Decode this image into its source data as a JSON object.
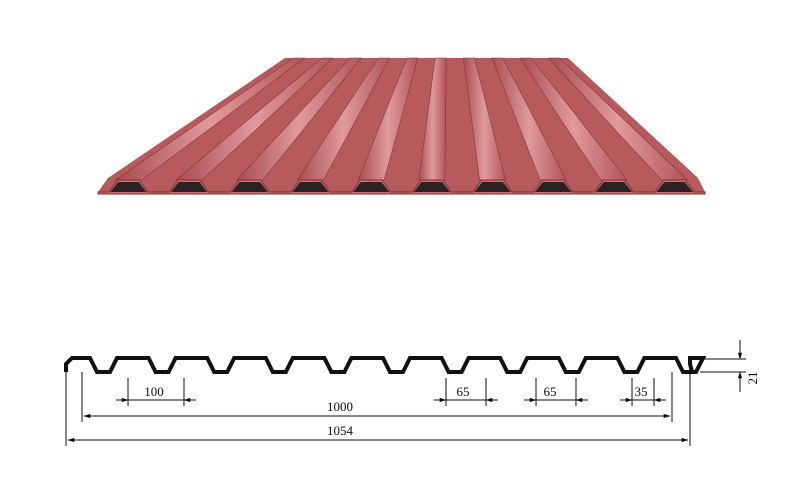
{
  "product_image": {
    "icon": "corrugated-metal-sheet-icon",
    "colors": {
      "sheet_base": "#b85a5e",
      "sheet_light": "#d88a8c",
      "sheet_dark": "#8a3438",
      "shadow": "#2a2324"
    }
  },
  "drawing": {
    "profile_line_color": "#111111",
    "dimension_labels": {
      "rib_pitch": "100",
      "effective_width": "1000",
      "full_width": "1054",
      "width_65_a": "65",
      "width_65_b": "65",
      "width_35": "35",
      "height": "21"
    }
  }
}
